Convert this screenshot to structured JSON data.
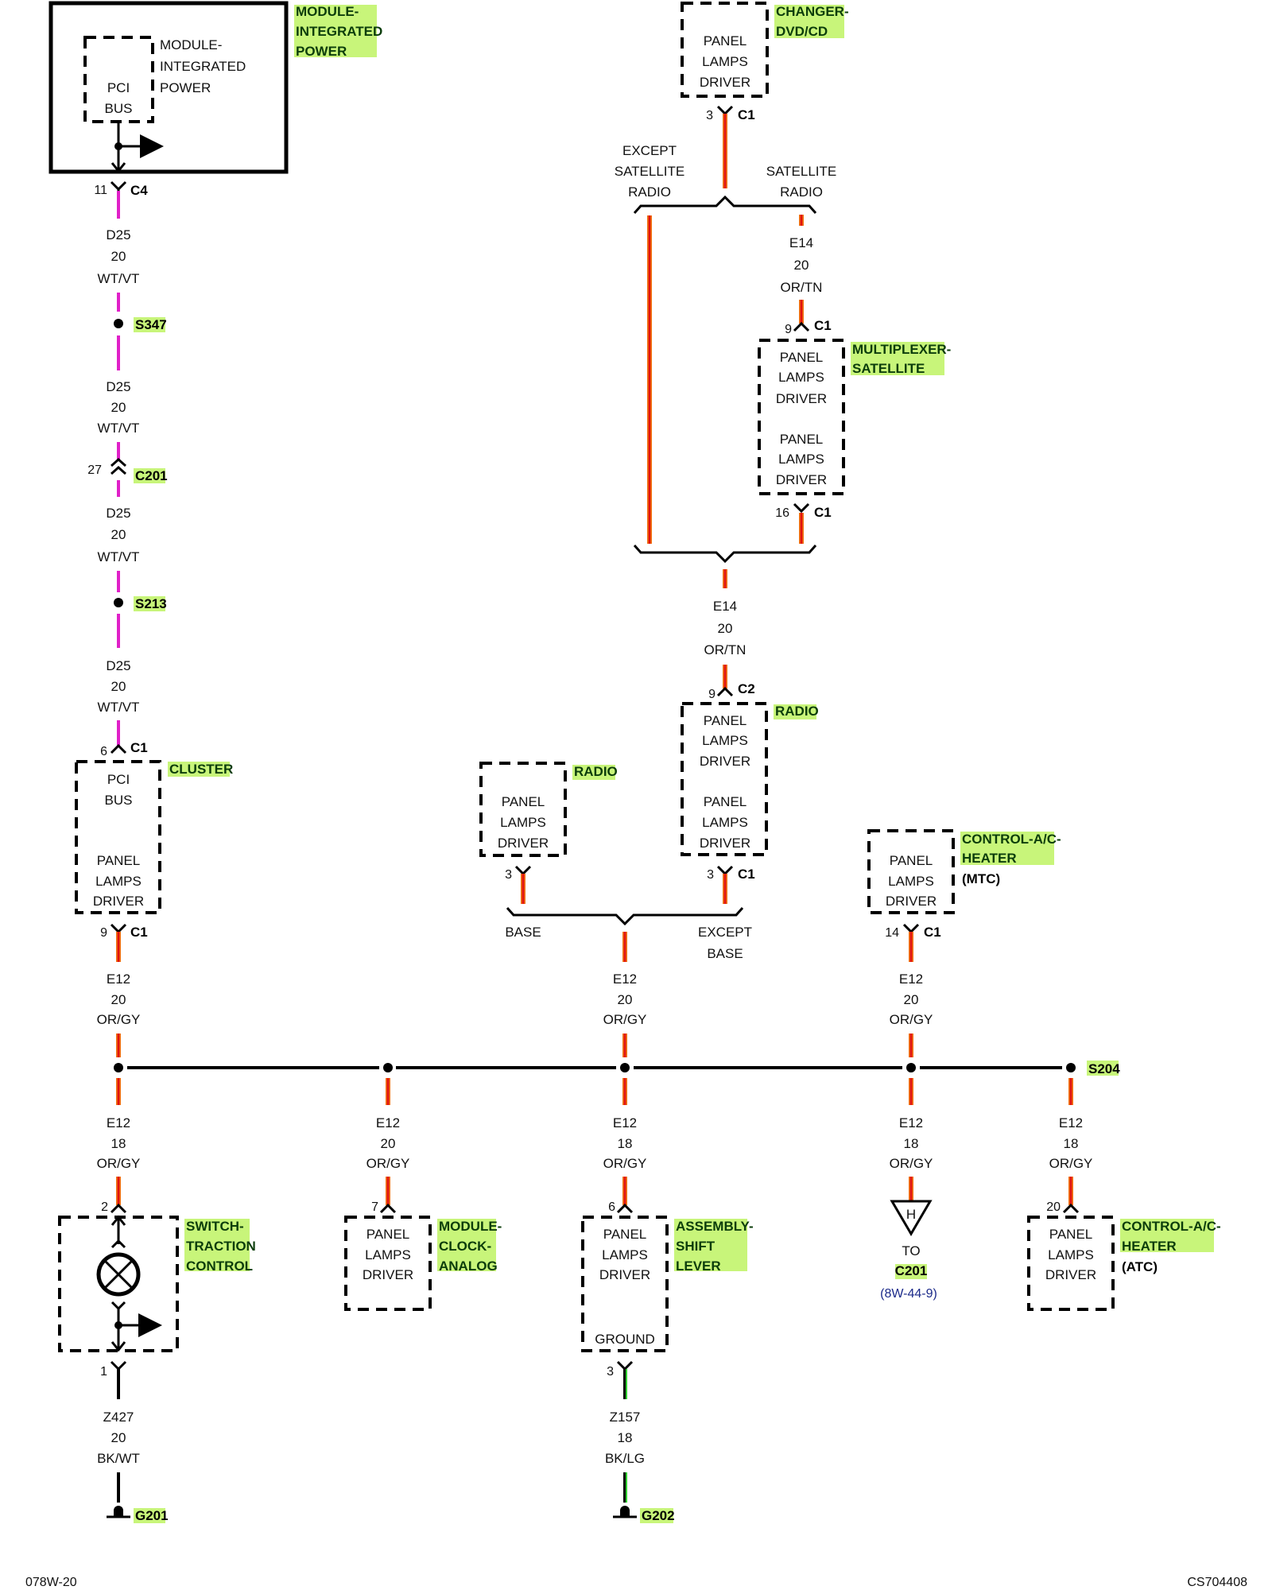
{
  "diagram": {
    "type": "wiring-schematic",
    "title": "Panel Lamps Driver circuit",
    "wire_colors": {
      "WT/VT": "#e020c8",
      "OR/GY": "#f07010",
      "OR/TN": "#f07010",
      "stripe": "#e01010",
      "BK/WT": "#000000",
      "BK/LG": "#000000",
      "LG_stripe": "#30d030"
    },
    "highlight_color": "#c8f57a"
  },
  "components": {
    "ipm": {
      "name_lines": [
        "MODULE-",
        "INTEGRATED",
        "POWER"
      ],
      "inner_lines": [
        "MODULE-",
        "INTEGRATED",
        "POWER"
      ],
      "pin_lines": [
        "PCI",
        "BUS"
      ],
      "connector": "C4",
      "pin": "11"
    },
    "changer": {
      "name_lines": [
        "CHANGER-",
        "DVD/CD"
      ],
      "body_lines": [
        "PANEL",
        "LAMPS",
        "DRIVER"
      ],
      "connector": "C1",
      "pin": "3"
    },
    "multiplexer": {
      "name_lines": [
        "MULTIPLEXER-",
        "SATELLITE"
      ],
      "body_lines_top": [
        "PANEL",
        "LAMPS",
        "DRIVER"
      ],
      "body_lines_bottom": [
        "PANEL",
        "LAMPS",
        "DRIVER"
      ],
      "connector_in": "C1",
      "pin_in": "9",
      "connector_out": "C1",
      "pin_out": "16"
    },
    "radio_top": {
      "name": "RADIO",
      "body_lines_top": [
        "PANEL",
        "LAMPS",
        "DRIVER"
      ],
      "body_lines_bottom": [
        "PANEL",
        "LAMPS",
        "DRIVER"
      ],
      "connector_in": "C2",
      "pin_in": "9",
      "connector_out": "C1",
      "pin_out": "3"
    },
    "radio_base": {
      "name": "RADIO",
      "body_lines": [
        "PANEL",
        "LAMPS",
        "DRIVER"
      ],
      "pin": "3"
    },
    "cluster": {
      "name": "CLUSTER",
      "body_lines_top": [
        "PCI",
        "BUS"
      ],
      "body_lines_bottom": [
        "PANEL",
        "LAMPS",
        "DRIVER"
      ],
      "connector_in": "C1",
      "pin_in": "6",
      "connector_out": "C1",
      "pin_out": "9"
    },
    "hvac_mtc": {
      "name_lines": [
        "CONTROL-A/C-",
        "HEATER"
      ],
      "variant": "(MTC)",
      "body_lines": [
        "PANEL",
        "LAMPS",
        "DRIVER"
      ],
      "connector": "C1",
      "pin": "14"
    },
    "traction": {
      "name_lines": [
        "SWITCH-",
        "TRACTION",
        "CONTROL"
      ],
      "pin_in": "2",
      "pin_out": "1"
    },
    "clock": {
      "name_lines": [
        "MODULE-",
        "CLOCK-",
        "ANALOG"
      ],
      "body_lines": [
        "PANEL",
        "LAMPS",
        "DRIVER"
      ],
      "pin": "7"
    },
    "shift": {
      "name_lines": [
        "ASSEMBLY-",
        "SHIFT",
        "LEVER"
      ],
      "body_lines": [
        "PANEL",
        "LAMPS",
        "DRIVER"
      ],
      "ground_label": "GROUND",
      "pin_in": "6",
      "pin_out": "3"
    },
    "hvac_atc": {
      "name_lines": [
        "CONTROL-A/C-",
        "HEATER"
      ],
      "variant": "(ATC)",
      "body_lines": [
        "PANEL",
        "LAMPS",
        "DRIVER"
      ],
      "pin": "20"
    }
  },
  "wires": {
    "d25_a": [
      "D25",
      "20",
      "WT/VT"
    ],
    "d25_b": [
      "D25",
      "20",
      "WT/VT"
    ],
    "d25_c": [
      "D25",
      "20",
      "WT/VT"
    ],
    "d25_d": [
      "D25",
      "20",
      "WT/VT"
    ],
    "e14_sat": [
      "E14",
      "20",
      "OR/TN"
    ],
    "e14_radio": [
      "E14",
      "20",
      "OR/TN"
    ],
    "e12_cluster": [
      "E12",
      "20",
      "OR/GY"
    ],
    "e12_radio": [
      "E12",
      "20",
      "OR/GY"
    ],
    "e12_mtc": [
      "E12",
      "20",
      "OR/GY"
    ],
    "e12_traction": [
      "E12",
      "18",
      "OR/GY"
    ],
    "e12_clock": [
      "E12",
      "20",
      "OR/GY"
    ],
    "e12_shift": [
      "E12",
      "18",
      "OR/GY"
    ],
    "e12_c201": [
      "E12",
      "18",
      "OR/GY"
    ],
    "e12_atc": [
      "E12",
      "18",
      "OR/GY"
    ],
    "z427": [
      "Z427",
      "20",
      "BK/WT"
    ],
    "z157": [
      "Z157",
      "18",
      "BK/LG"
    ]
  },
  "splices": {
    "s347": "S347",
    "s213": "S213",
    "s204": "S204"
  },
  "inline_connector": {
    "name": "C201",
    "pin": "27"
  },
  "options": {
    "except_satellite": [
      "EXCEPT",
      "SATELLITE",
      "RADIO"
    ],
    "satellite": [
      "SATELLITE",
      "RADIO"
    ],
    "base": "BASE",
    "except_base": [
      "EXCEPT",
      "BASE"
    ]
  },
  "offpage": {
    "letter": "H",
    "to_label": "TO",
    "connector": "C201",
    "ref": "(8W-44-9)"
  },
  "grounds": {
    "g201": "G201",
    "g202": "G202"
  },
  "footer": {
    "left": "078W-20",
    "right": "CS704408"
  }
}
